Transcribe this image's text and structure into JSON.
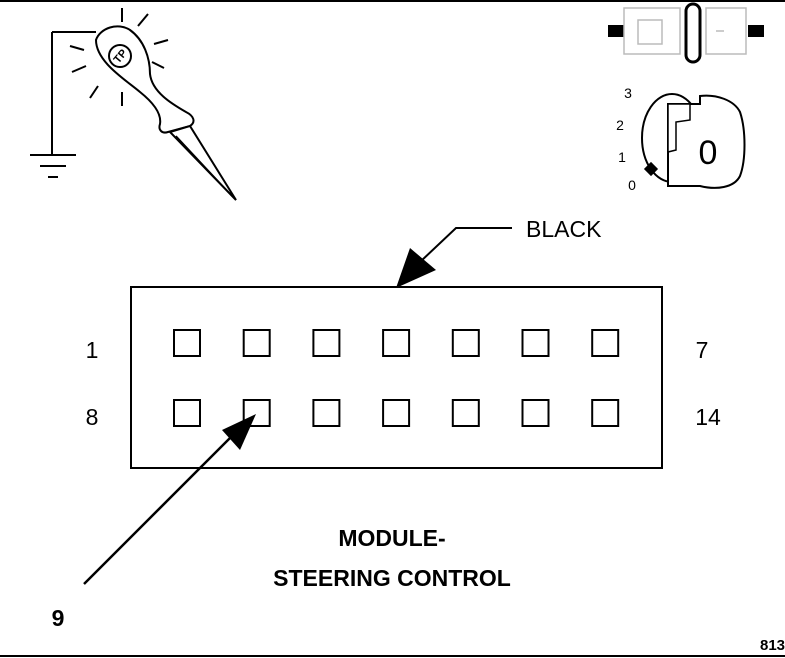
{
  "wire_color_label": "BLACK",
  "pin_labels": {
    "top_left": "1",
    "top_right": "7",
    "bottom_left": "8",
    "bottom_right": "14"
  },
  "callout_pin": "9",
  "module_title": {
    "line1": "MODULE-",
    "line2": "STEERING CONTROL"
  },
  "figure_number": "813",
  "test_light_badge": "TP",
  "ignition": {
    "positions": [
      "3",
      "2",
      "1",
      "0"
    ],
    "key_label": "0"
  },
  "connector": {
    "rows": 2,
    "pins_per_row": 7
  }
}
